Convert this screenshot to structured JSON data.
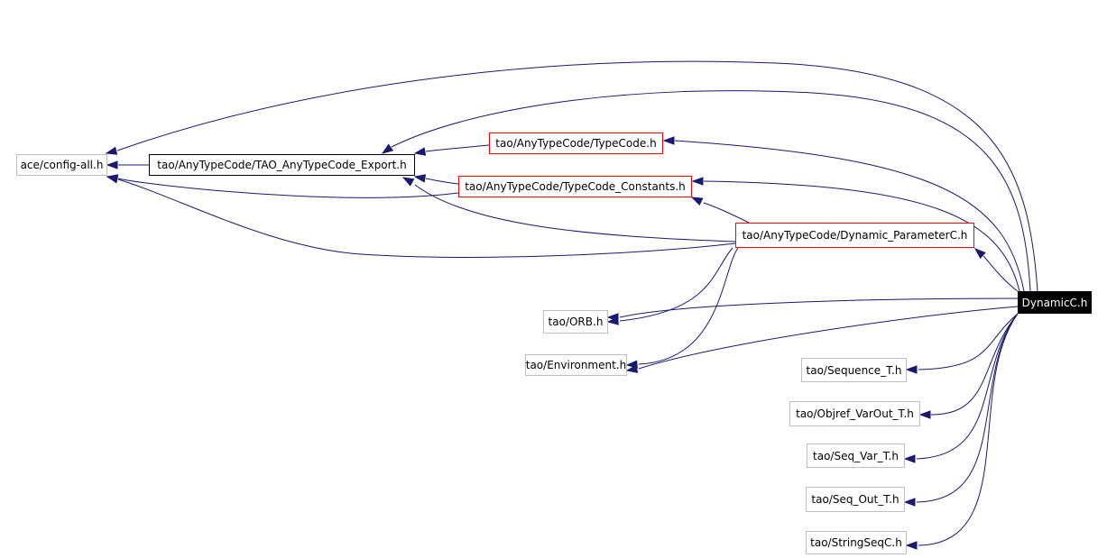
{
  "diagram": {
    "nodes": [
      {
        "id": "config",
        "label": "ace/config-all.h",
        "style": "gray"
      },
      {
        "id": "export",
        "label": "tao/AnyTypeCode/TAO_AnyTypeCode_Export.h",
        "style": "black"
      },
      {
        "id": "typecode",
        "label": "tao/AnyTypeCode/TypeCode.h",
        "style": "red"
      },
      {
        "id": "constants",
        "label": "tao/AnyTypeCode/TypeCode_Constants.h",
        "style": "red"
      },
      {
        "id": "dynparam",
        "label": "tao/AnyTypeCode/Dynamic_ParameterC.h",
        "style": "red"
      },
      {
        "id": "orb",
        "label": "tao/ORB.h",
        "style": "gray"
      },
      {
        "id": "env",
        "label": "tao/Environment.h",
        "style": "gray"
      },
      {
        "id": "seqt",
        "label": "tao/Sequence_T.h",
        "style": "gray"
      },
      {
        "id": "objref",
        "label": "tao/Objref_VarOut_T.h",
        "style": "gray"
      },
      {
        "id": "seqvar",
        "label": "tao/Seq_Var_T.h",
        "style": "gray"
      },
      {
        "id": "seqout",
        "label": "tao/Seq_Out_T.h",
        "style": "gray"
      },
      {
        "id": "strseq",
        "label": "tao/StringSeqC.h",
        "style": "gray"
      },
      {
        "id": "root",
        "label": "DynamicC.h",
        "style": "root"
      }
    ],
    "edges": [
      {
        "from": "export",
        "to": "config"
      },
      {
        "from": "typecode",
        "to": "export"
      },
      {
        "from": "constants",
        "to": "export"
      },
      {
        "from": "constants",
        "to": "config"
      },
      {
        "from": "dynparam",
        "to": "constants"
      },
      {
        "from": "dynparam",
        "to": "export"
      },
      {
        "from": "dynparam",
        "to": "config"
      },
      {
        "from": "dynparam",
        "to": "orb"
      },
      {
        "from": "dynparam",
        "to": "env"
      },
      {
        "from": "root",
        "to": "config"
      },
      {
        "from": "root",
        "to": "export"
      },
      {
        "from": "root",
        "to": "typecode"
      },
      {
        "from": "root",
        "to": "constants"
      },
      {
        "from": "root",
        "to": "dynparam"
      },
      {
        "from": "root",
        "to": "orb"
      },
      {
        "from": "root",
        "to": "env"
      },
      {
        "from": "root",
        "to": "seqt"
      },
      {
        "from": "root",
        "to": "objref"
      },
      {
        "from": "root",
        "to": "seqvar"
      },
      {
        "from": "root",
        "to": "seqout"
      },
      {
        "from": "root",
        "to": "strseq"
      }
    ],
    "colors": {
      "edge": "#191970",
      "red_border": "#ff0000",
      "gray_border": "#bfbfbf",
      "root_fill": "#000000"
    }
  }
}
